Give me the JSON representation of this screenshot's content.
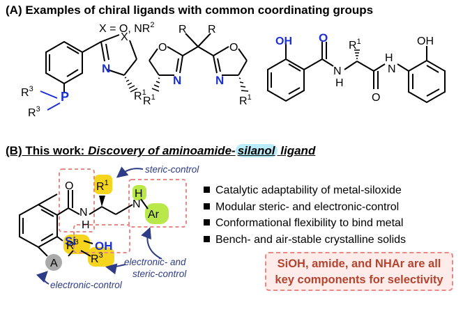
{
  "section_a": {
    "title": "(A) Examples of chiral ligands with common coordinating groups",
    "x_def": "X = O, NR",
    "x_def_sup": "2",
    "ligand1": {
      "p": "P",
      "r3a": "R",
      "r3b": "R",
      "sup3": "3",
      "n": "N",
      "x": "X",
      "r1": "R",
      "sup1": "1"
    },
    "ligand2": {
      "o_left": "O",
      "o_right": "O",
      "n_left": "N",
      "n_right": "N",
      "r_a": "R",
      "r_b": "R",
      "r1_left": "R",
      "r1_right": "R",
      "sup1": "1"
    },
    "ligand3": {
      "oh_left": "OH",
      "oh_right": "OH",
      "o_top": "O",
      "o_bottom": "O",
      "nh_left": "N",
      "h_left": "H",
      "nh_right": "N",
      "h_right": "H",
      "r1": "R",
      "sup1": "1"
    }
  },
  "section_b": {
    "title_prefix": "(B) This work: ",
    "title_italic": "Discovery of aminoamide-",
    "title_silanol": "silanol",
    "title_suffix": " ligand",
    "atoms": {
      "o": "O",
      "n": "N",
      "h": "H",
      "r1": "R",
      "sup1": "1",
      "nh_h": "H",
      "nh_n": "N",
      "ar": "Ar",
      "si": "Si",
      "oh": "OH",
      "r3a": "R",
      "r3b": "R",
      "sup3": "3",
      "a": "A"
    },
    "annotations": {
      "steric": "steric-control",
      "electronic_steric_1": "electronic- and",
      "electronic_steric_2": "steric-control",
      "electronic": "electronic-control"
    },
    "features": [
      "Catalytic adaptability of metal-siloxide",
      "Modular steric- and electronic-control",
      "Conformational flexibility to bind metal",
      "Bench- and air-stable crystalline solids"
    ],
    "callout_line1": "SiOH, amide, and NHAr are all",
    "callout_line2": "key components for selectivity"
  },
  "colors": {
    "blue": "#1a2fd6",
    "annotation": "#2e3b86",
    "yellow": "#f5d51e",
    "green": "#b8e84a",
    "cyan": "#b8ecf8",
    "callout_text": "#b4442e",
    "dash": "#e78a85"
  }
}
